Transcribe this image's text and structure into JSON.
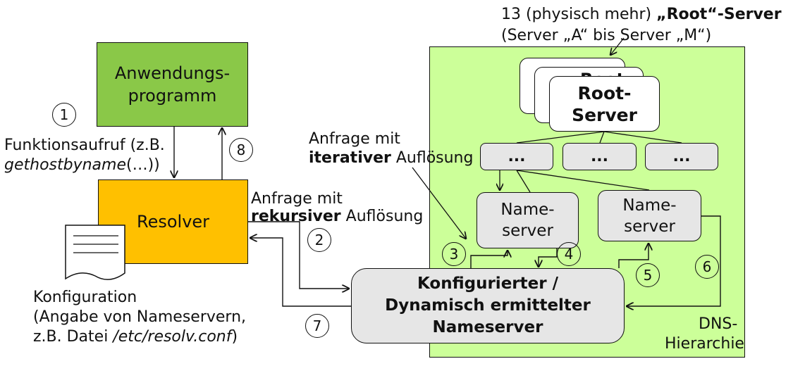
{
  "colors": {
    "dns_area": "#ccff99",
    "app_box": "#8ac848",
    "resolver_box": "#ffc000",
    "server_box": "#e6e6e6"
  },
  "root_caption": {
    "prefix": "13 (physisch mehr) ",
    "bold": "„Root“-Server",
    "line2": "(Server „A“ bis Server „M“)"
  },
  "app_box": {
    "line1": "Anwendungs-",
    "line2": "programm"
  },
  "resolver_box": {
    "label": "Resolver"
  },
  "config_doc": {
    "line1": "Konfiguration",
    "line2": "(Angabe von Nameservern,",
    "line3_prefix": "z.B. Datei ",
    "line3_italic": "/etc/resolv.conf",
    "line3_suffix": ")"
  },
  "call_label": {
    "line1": "Funktionsaufruf (z.B.",
    "line2_italic": "gethostbyname",
    "line2_suffix": "(…))"
  },
  "recursive_label": {
    "line1": "Anfrage mit",
    "bold": "rekursiver",
    "rest": " Auflösung"
  },
  "iterative_label": {
    "line1": "Anfrage mit",
    "bold": "iterativer",
    "rest": " Auflösung"
  },
  "root_server": {
    "line1": "Root-",
    "line2": "Server",
    "back_text": "Root"
  },
  "tld_boxes": [
    "...",
    "...",
    "..."
  ],
  "nameserver_left": {
    "line1": "Name-",
    "line2": "server"
  },
  "nameserver_right": {
    "line1": "Name-",
    "line2": "server"
  },
  "configured_ns": {
    "line1": "Konfigurierter /",
    "line2": "Dynamisch ermittelter",
    "line3": "Nameserver"
  },
  "dns_label": {
    "line1": "DNS-",
    "line2": "Hierarchie"
  },
  "steps": [
    "1",
    "2",
    "3",
    "4",
    "5",
    "6",
    "7",
    "8"
  ]
}
